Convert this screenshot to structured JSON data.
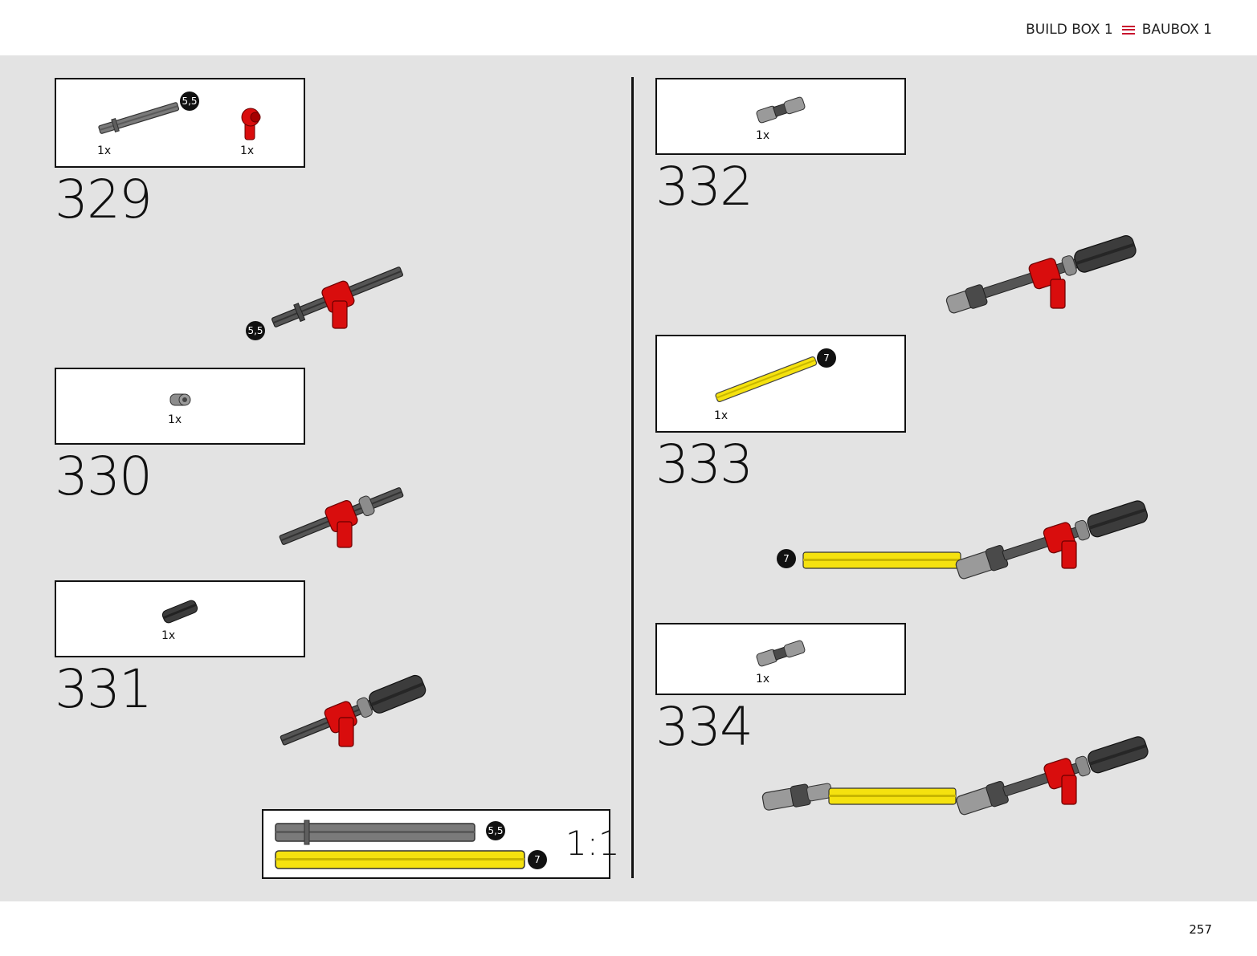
{
  "header": {
    "left_label": "BUILD BOX 1",
    "right_label": "BAUBOX 1",
    "menu_icon": "menu-icon"
  },
  "page_number": "257",
  "steps": [
    {
      "number": "329",
      "parts": [
        {
          "qty": "1x",
          "length_badge": "5,5"
        },
        {
          "qty": "1x"
        }
      ],
      "assembly_badge": "5,5"
    },
    {
      "number": "330",
      "parts": [
        {
          "qty": "1x"
        }
      ]
    },
    {
      "number": "331",
      "parts": [
        {
          "qty": "1x"
        }
      ]
    },
    {
      "number": "332",
      "parts": [
        {
          "qty": "1x"
        }
      ]
    },
    {
      "number": "333",
      "parts": [
        {
          "qty": "1x",
          "length_badge": "7"
        }
      ],
      "assembly_badge": "7"
    },
    {
      "number": "334",
      "parts": [
        {
          "qty": "1x"
        }
      ]
    }
  ],
  "scale_reference": {
    "label": "1:1",
    "axle_gray_badge": "5,5",
    "axle_yellow_badge": "7"
  },
  "colors": {
    "accent_red": "#c8102e",
    "part_red": "#d90d0d",
    "part_yellow": "#f5e20f",
    "part_gray": "#7a7a7a",
    "part_dark": "#3c3c3c",
    "background": "#e3e3e3"
  }
}
